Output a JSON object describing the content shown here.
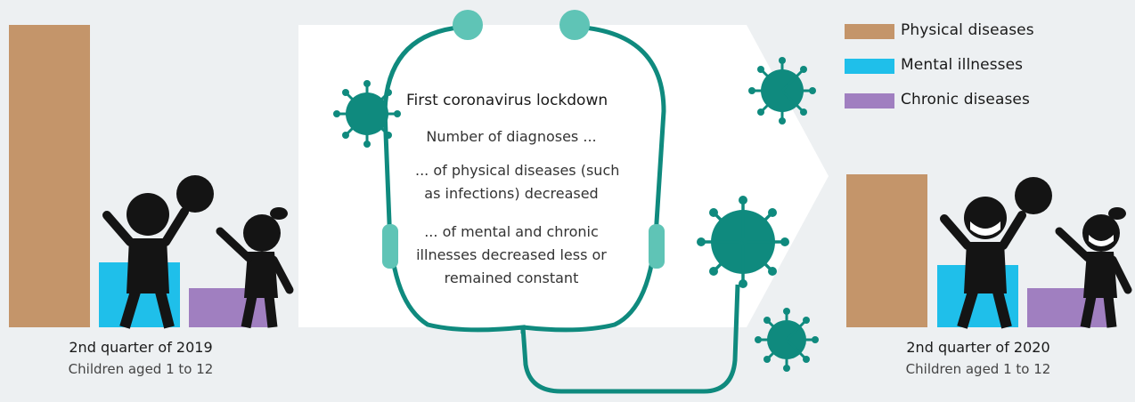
{
  "legend": {
    "items": [
      {
        "label": "Physical diseases",
        "color": "#c4956a"
      },
      {
        "label": "Mental illnesses",
        "color": "#1fbfea"
      },
      {
        "label": "Chronic diseases",
        "color": "#a07fc0"
      }
    ]
  },
  "center": {
    "title": "First coronavirus lockdown",
    "line1": "Number of diagnoses ...",
    "line2a": "... of physical diseases (such",
    "line2b": "as infections) decreased",
    "line3a": "... of mental and chronic",
    "line3b": "illnesses decreased less or",
    "line3c": "remained constant"
  },
  "left_group": {
    "period": "2nd quarter of 2019",
    "population": "Children aged 1 to 12"
  },
  "right_group": {
    "period": "2nd quarter of 2020",
    "population": "Children aged 1 to 12"
  },
  "colors": {
    "background": "#edf0f2",
    "arrow": "#ffffff",
    "stethoscope": "#0f8a7e",
    "earpiece": "#5fc4b6",
    "virus": "#0f8a7e",
    "figure": "#141414"
  }
}
